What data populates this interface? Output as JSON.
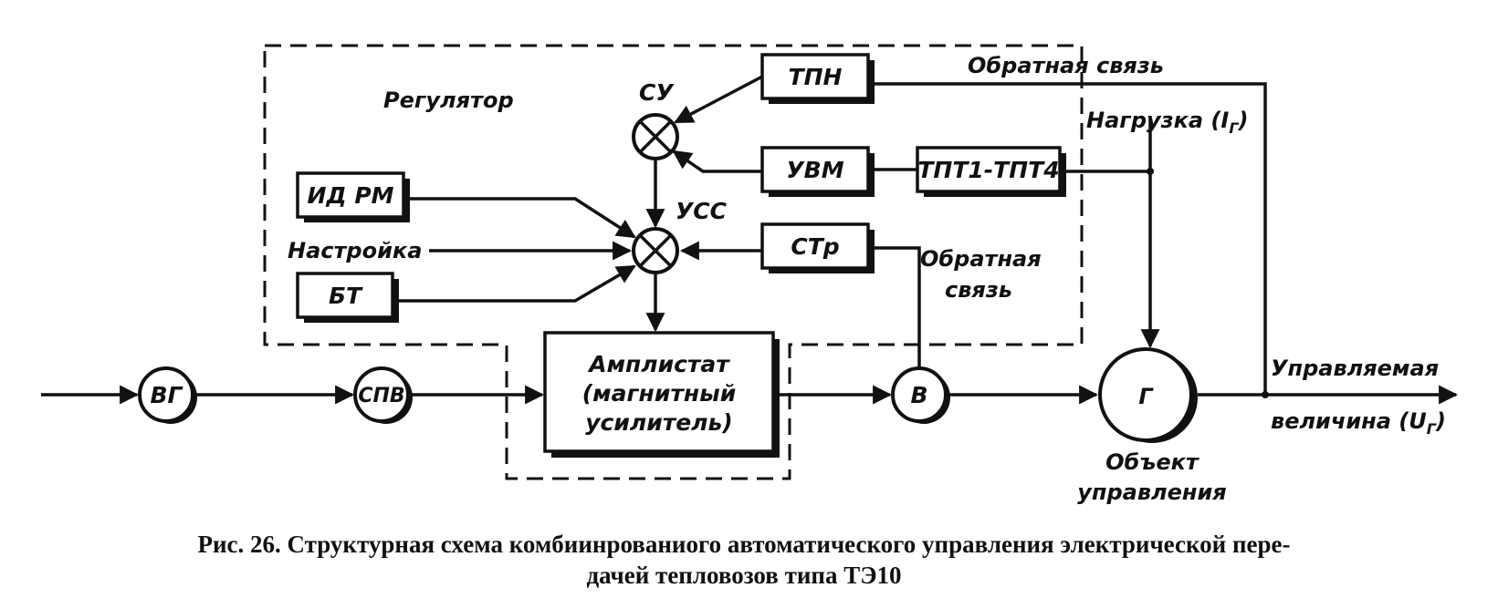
{
  "regulator_label": "Регулятор",
  "blocks": {
    "tpn": "ТПН",
    "uvm": "УВМ",
    "tpt": "ТПТ1-ТПТ4",
    "idrm": "ИД РМ",
    "bt": "БТ",
    "str": "СТр",
    "amplistat": [
      "Амплистат",
      "(магнитный",
      "усилитель)"
    ]
  },
  "nodes": {
    "su": "СУ",
    "uss": "УСС",
    "vg": "ВГ",
    "spv": "СПВ",
    "v": "В",
    "g": "Г"
  },
  "labels": {
    "feedback_top": "Обратная связь",
    "load": "Нагрузка (I",
    "load_sub": "Г",
    "load_close": ")",
    "setting": "Настройка",
    "feedback_mid_1": "Обратная",
    "feedback_mid_2": "связь",
    "controlled_1": "Управляемая",
    "controlled_2": "величина (U",
    "controlled_sub": "Г",
    "controlled_close": ")",
    "object_1": "Объект",
    "object_2": "управления"
  },
  "caption": {
    "line1": "Рис. 26. Структурная схема комбиинрованиого автоматического управления электрической пере-",
    "line2": "дачей тепловозов типа ТЭ10"
  }
}
